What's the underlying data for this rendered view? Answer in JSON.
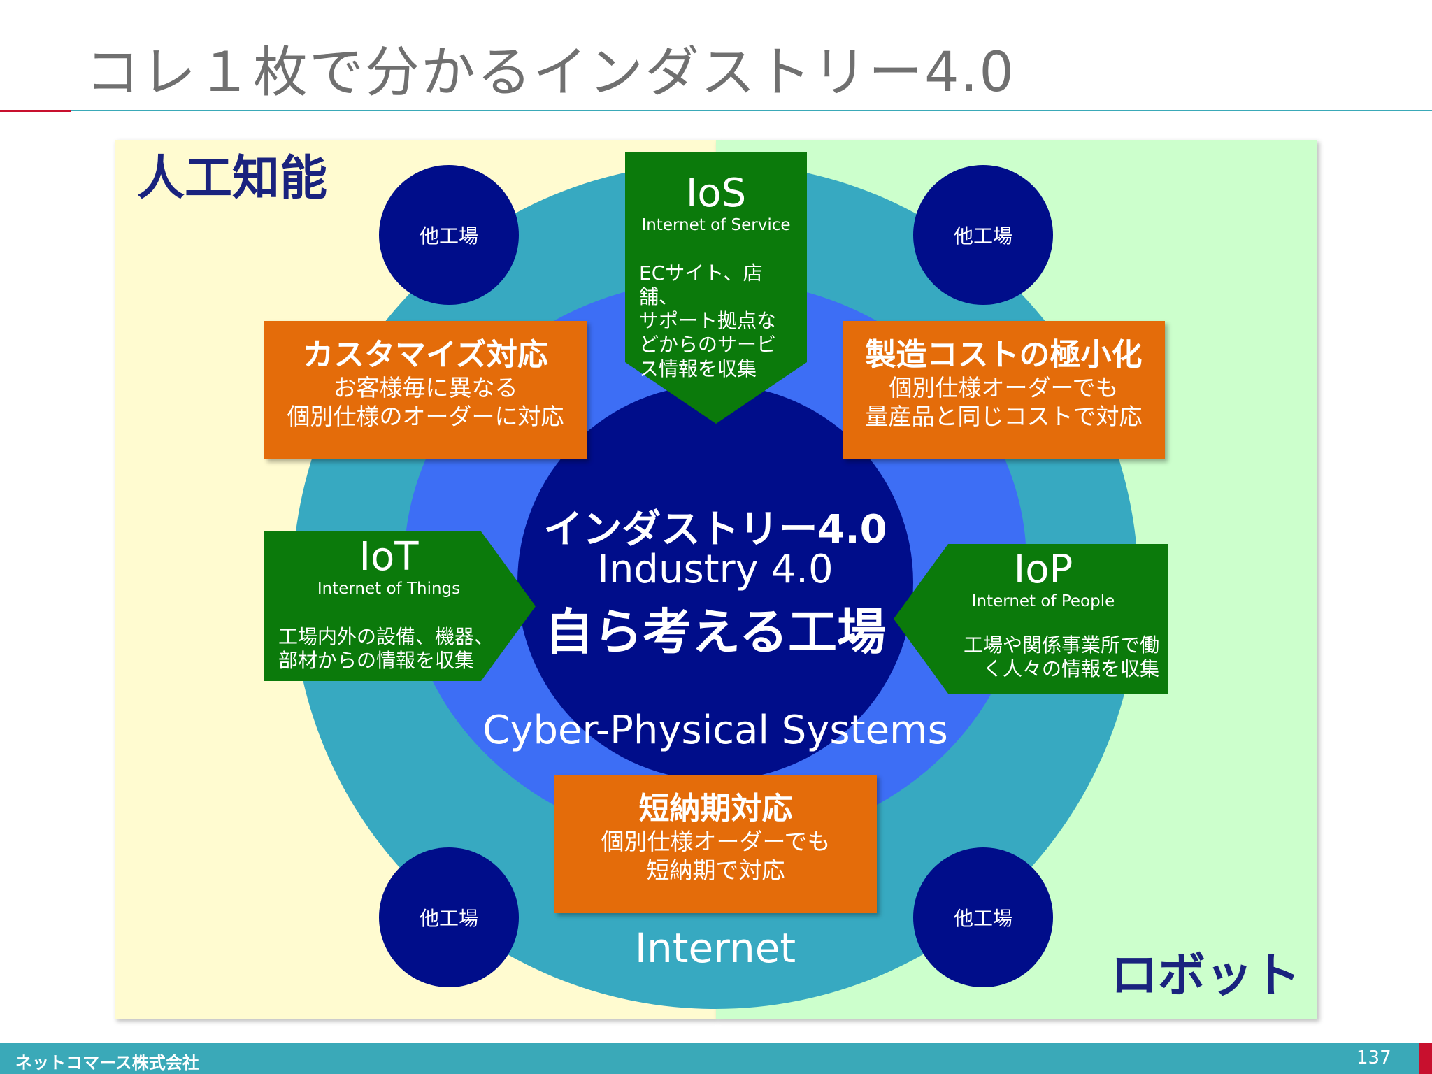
{
  "slide": {
    "title": "コレ１枚で分かるインダストリー4.0",
    "company": "ネットコマース株式会社",
    "page_number": "137"
  },
  "regions": {
    "left_label": "人工知能",
    "right_label": "ロボット"
  },
  "rings": {
    "outer_label": "Internet",
    "middle_label": "Cyber-Physical Systems"
  },
  "core": {
    "line1": "インダストリー4.0",
    "line2": "Industry 4.0",
    "line3": "自ら考える工場"
  },
  "factories": [
    "他工場",
    "他工場",
    "他工場",
    "他工場"
  ],
  "inputs": {
    "ios": {
      "name": "IoS",
      "subtitle": "Internet of Service",
      "desc": [
        "ECサイト、店舗、",
        "サポート拠点な",
        "どからのサービ",
        "ス情報を収集"
      ]
    },
    "iot": {
      "name": "IoT",
      "subtitle": "Internet of Things",
      "desc": [
        "工場内外の設備、機器、",
        "部材からの情報を収集"
      ]
    },
    "iop": {
      "name": "IoP",
      "subtitle": "Internet of People",
      "desc": [
        "工場や関係事業所で働",
        "く人々の情報を収集"
      ]
    }
  },
  "benefits": {
    "custom": {
      "title": "カスタマイズ対応",
      "desc": [
        "お客様毎に異なる",
        "個別仕様のオーダーに対応"
      ]
    },
    "cost": {
      "title": "製造コストの極小化",
      "desc": [
        "個別仕様オーダーでも",
        "量産品と同じコストで対応"
      ]
    },
    "short": {
      "title": "短納期対応",
      "desc": [
        "個別仕様オーダーでも",
        "短納期で対応"
      ]
    }
  },
  "colors": {
    "background_left": "#fffbd0",
    "background_right": "#ccffcc",
    "ring_internet": "#37a9c1",
    "ring_cps": "#3d6ef5",
    "core": "#000d8a",
    "green_box": "#0b7a0b",
    "orange_box": "#e46c0a",
    "accent_red": "#c8102e",
    "accent_teal": "#3aa9b8"
  }
}
